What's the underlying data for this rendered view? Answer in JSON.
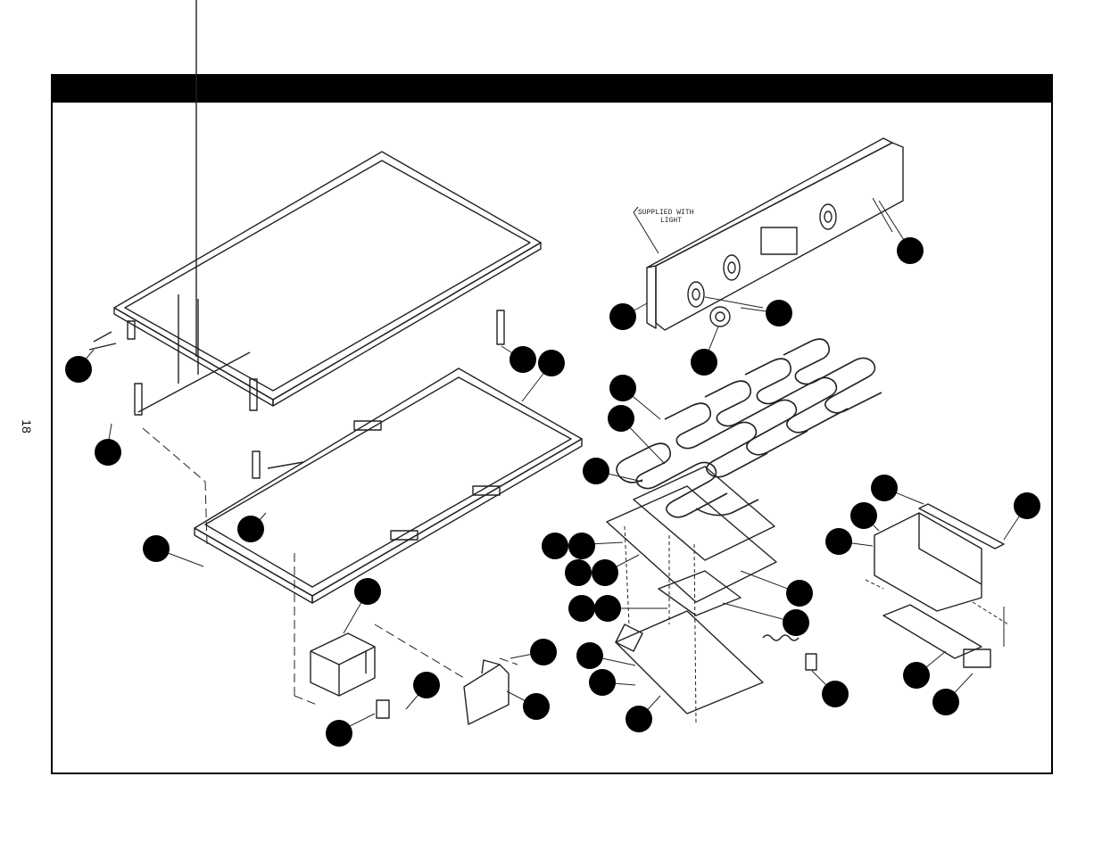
{
  "page": {
    "number": "18"
  },
  "diagram": {
    "callout": "SUPPLIED WITH\nLIGHT",
    "callout_line1": "SUPPLIED WITH",
    "callout_line2": "LIGHT",
    "marker_color": "#000000"
  }
}
